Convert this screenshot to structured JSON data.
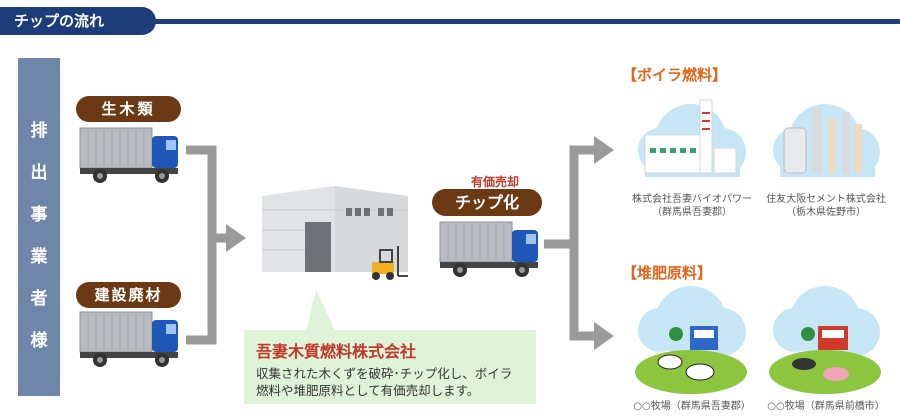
{
  "header": {
    "title": "チップの流れ"
  },
  "source": {
    "chars": [
      "排",
      "出",
      "事",
      "業",
      "者",
      "様"
    ]
  },
  "inputs": [
    {
      "label": "生木類"
    },
    {
      "label": "建設廃材"
    }
  ],
  "chip": {
    "caption": "有価売却",
    "label": "チップ化"
  },
  "company": {
    "name": "吾妻木質燃料株式会社",
    "desc_line1": "収集された木くずを破砕･チップ化し、ボイラ",
    "desc_line2": "燃料や堆肥原料として有価売却します。"
  },
  "boiler": {
    "title": "【ボイラ燃料】",
    "dest1": {
      "line1": "株式会社吾妻バイオパワー",
      "line2": "（群馬県吾妻郡）"
    },
    "dest2": {
      "line1": "住友大阪セメント株式会社",
      "line2": "（栃木県佐野市）"
    }
  },
  "compost": {
    "title": "【堆肥原料】",
    "dest1": {
      "line1": "○○牧場（群馬県吾妻郡）"
    },
    "dest2": {
      "line1": "○○牧場（群馬県前橋市）"
    }
  },
  "colors": {
    "navy": "#1c3d7a",
    "brown": "#6b3a14",
    "accent_red": "#c0392b",
    "orange_title": "#e0661c",
    "arrow_gray": "#9a9a9a"
  }
}
